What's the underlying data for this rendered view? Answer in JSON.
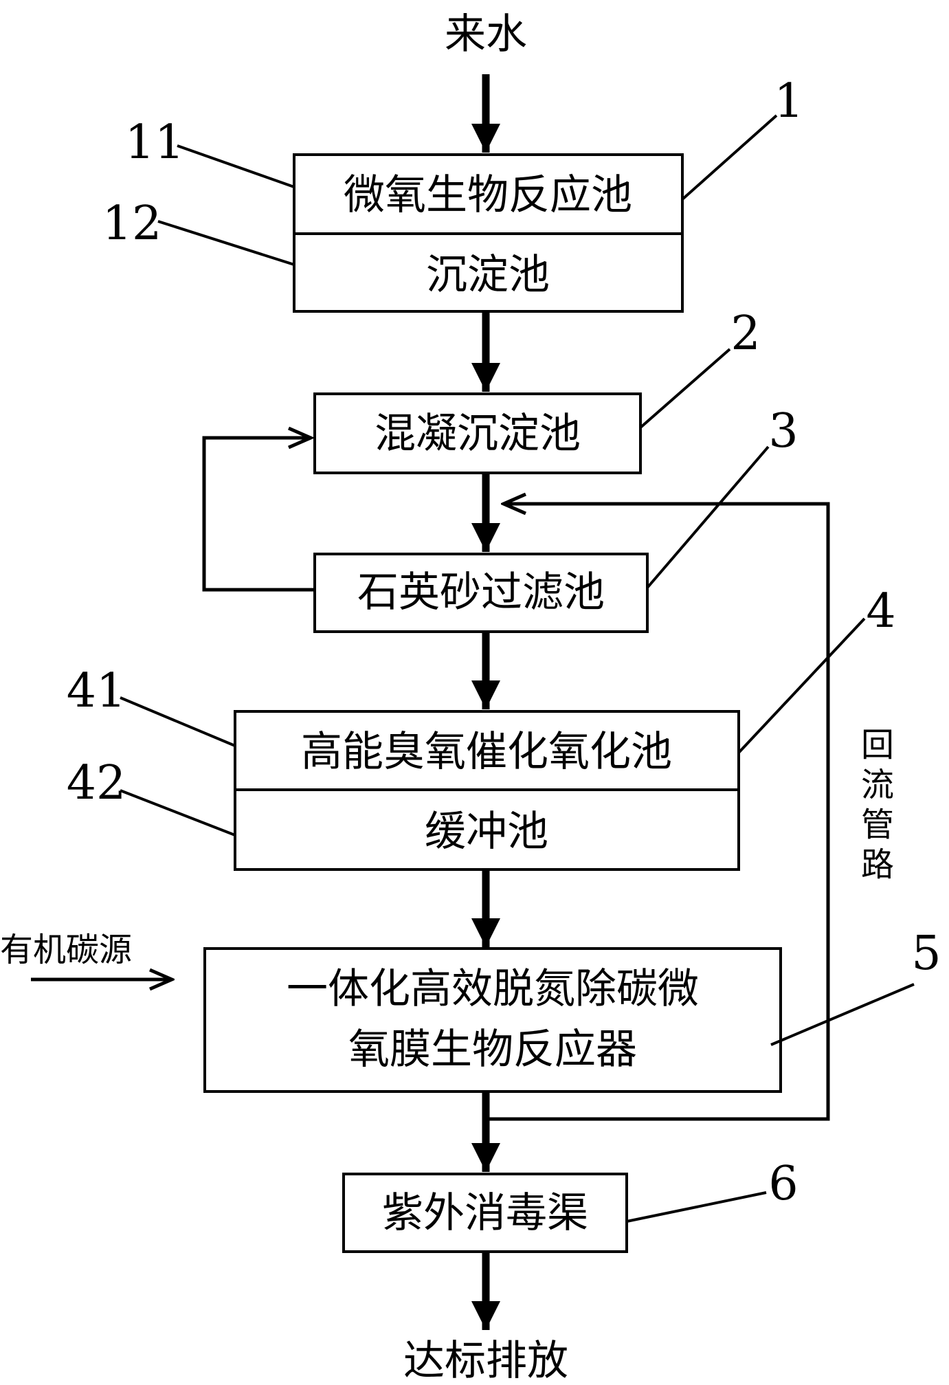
{
  "inlet": "来水",
  "outlet": "达标排放",
  "units": {
    "u1_top": "微氧生物反应池",
    "u1_bottom": "沉淀池",
    "u2": "混凝沉淀池",
    "u3": "石英砂过滤池",
    "u4_top": "高能臭氧催化氧化池",
    "u4_bottom": "缓冲池",
    "u5_line1": "一体化高效脱氮除碳微",
    "u5_line2": "氧膜生物反应器",
    "u6": "紫外消毒渠"
  },
  "numbers": {
    "n1": "1",
    "n11": "11",
    "n12": "12",
    "n2": "2",
    "n3": "3",
    "n4": "4",
    "n41": "41",
    "n42": "42",
    "n5": "5",
    "n6": "6"
  },
  "side_labels": {
    "carbon_source": "有机碳源",
    "return_line": [
      "回",
      "流",
      "管",
      "路"
    ]
  }
}
